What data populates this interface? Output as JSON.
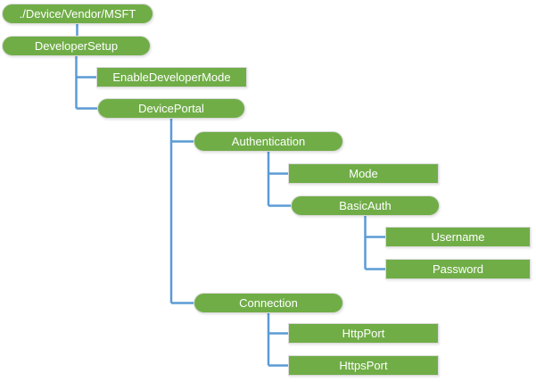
{
  "colors": {
    "node-fill": "#70AD47",
    "node-text": "#ffffff",
    "connector": "#5B9BD5",
    "background": "#ffffff"
  },
  "nodes": [
    {
      "id": "root",
      "label": "./Device/Vendor/MSFT",
      "shape": "pill",
      "parent": null
    },
    {
      "id": "developersetup",
      "label": "DeveloperSetup",
      "shape": "pill",
      "parent": "root"
    },
    {
      "id": "enabledevelopermode",
      "label": "EnableDeveloperMode",
      "shape": "rect",
      "parent": "developersetup"
    },
    {
      "id": "deviceportal",
      "label": "DevicePortal",
      "shape": "pill",
      "parent": "developersetup"
    },
    {
      "id": "authentication",
      "label": "Authentication",
      "shape": "pill",
      "parent": "deviceportal"
    },
    {
      "id": "mode",
      "label": "Mode",
      "shape": "rect",
      "parent": "authentication"
    },
    {
      "id": "basicauth",
      "label": "BasicAuth",
      "shape": "pill",
      "parent": "authentication"
    },
    {
      "id": "username",
      "label": "Username",
      "shape": "rect",
      "parent": "basicauth"
    },
    {
      "id": "password",
      "label": "Password",
      "shape": "rect",
      "parent": "basicauth"
    },
    {
      "id": "connection",
      "label": "Connection",
      "shape": "pill",
      "parent": "deviceportal"
    },
    {
      "id": "httpport",
      "label": "HttpPort",
      "shape": "rect",
      "parent": "connection"
    },
    {
      "id": "httpsport",
      "label": "HttpsPort",
      "shape": "rect",
      "parent": "connection"
    }
  ]
}
